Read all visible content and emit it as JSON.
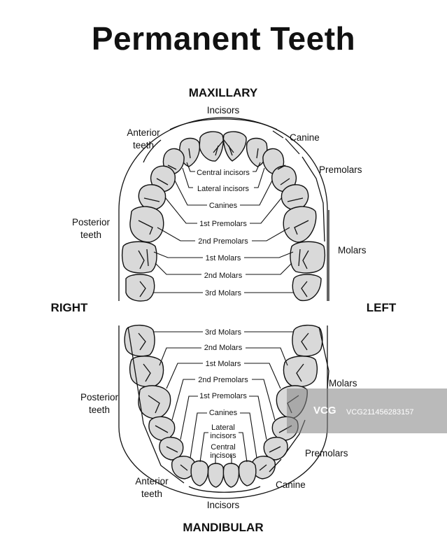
{
  "title": "Permanent Teeth",
  "upper": {
    "arch": "MAXILLARY",
    "inner_labels": [
      "Central incisors",
      "Lateral incisors",
      "Canines",
      "1st Premolars",
      "2nd Premolars",
      "1st Molars",
      "2nd Molars",
      "3rd Molars"
    ],
    "group_incisors": "Incisors",
    "group_canine": "Canine",
    "group_premolars": "Premolars",
    "group_molars": "Molars",
    "anterior": [
      "Anterior",
      "teeth"
    ],
    "posterior": [
      "Posterior",
      "teeth"
    ]
  },
  "sides": {
    "right": "RIGHT",
    "left": "LEFT"
  },
  "lower": {
    "arch": "MANDIBULAR",
    "inner_labels": [
      "3rd Molars",
      "2nd Molars",
      "1st Molars",
      "2nd Premolars",
      "1st Premolars",
      "Canines"
    ],
    "lateral": [
      "Lateral",
      "incisors"
    ],
    "central": [
      "Central",
      "incisors"
    ],
    "group_incisors": "Incisors",
    "group_canine": "Canine",
    "group_premolars": "Premolars",
    "group_molars": "Molars",
    "anterior": [
      "Anterior",
      "teeth"
    ],
    "posterior": [
      "Posterior",
      "teeth"
    ]
  },
  "watermark": {
    "logo": "VCG",
    "id": "VCG211456283157"
  }
}
